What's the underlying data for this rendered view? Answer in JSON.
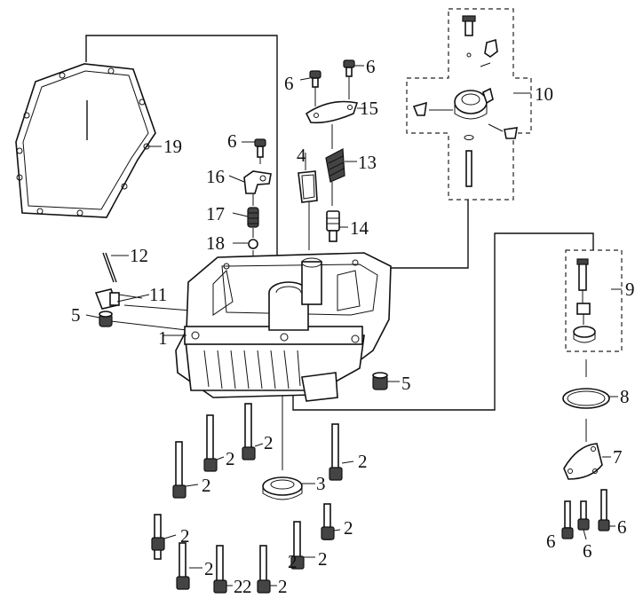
{
  "diagram": {
    "callouts": [
      {
        "id": "c1",
        "text": "1"
      },
      {
        "id": "c2a",
        "text": "2"
      },
      {
        "id": "c2b",
        "text": "2"
      },
      {
        "id": "c2c",
        "text": "2"
      },
      {
        "id": "c2d",
        "text": "2"
      },
      {
        "id": "c2e",
        "text": "2"
      },
      {
        "id": "c2f",
        "text": "2"
      },
      {
        "id": "c2g",
        "text": "2"
      },
      {
        "id": "c2h",
        "text": "2"
      },
      {
        "id": "c2i",
        "text": "2"
      },
      {
        "id": "c2j",
        "text": "2"
      },
      {
        "id": "c2k",
        "text": "2"
      },
      {
        "id": "c2l",
        "text": "2"
      },
      {
        "id": "c3",
        "text": "3"
      },
      {
        "id": "c4",
        "text": "4"
      },
      {
        "id": "c5a",
        "text": "5"
      },
      {
        "id": "c5b",
        "text": "5"
      },
      {
        "id": "c6a",
        "text": "6"
      },
      {
        "id": "c6b",
        "text": "6"
      },
      {
        "id": "c6c",
        "text": "6"
      },
      {
        "id": "c6d",
        "text": "6"
      },
      {
        "id": "c6e",
        "text": "6"
      },
      {
        "id": "c6f",
        "text": "6"
      },
      {
        "id": "c7",
        "text": "7"
      },
      {
        "id": "c8",
        "text": "8"
      },
      {
        "id": "c9",
        "text": "9"
      },
      {
        "id": "c10",
        "text": "10"
      },
      {
        "id": "c11",
        "text": "11"
      },
      {
        "id": "c12",
        "text": "12"
      },
      {
        "id": "c13",
        "text": "13"
      },
      {
        "id": "c14",
        "text": "14"
      },
      {
        "id": "c15",
        "text": "15"
      },
      {
        "id": "c16",
        "text": "16"
      },
      {
        "id": "c17",
        "text": "17"
      },
      {
        "id": "c18",
        "text": "18"
      },
      {
        "id": "c19",
        "text": "19"
      }
    ]
  }
}
